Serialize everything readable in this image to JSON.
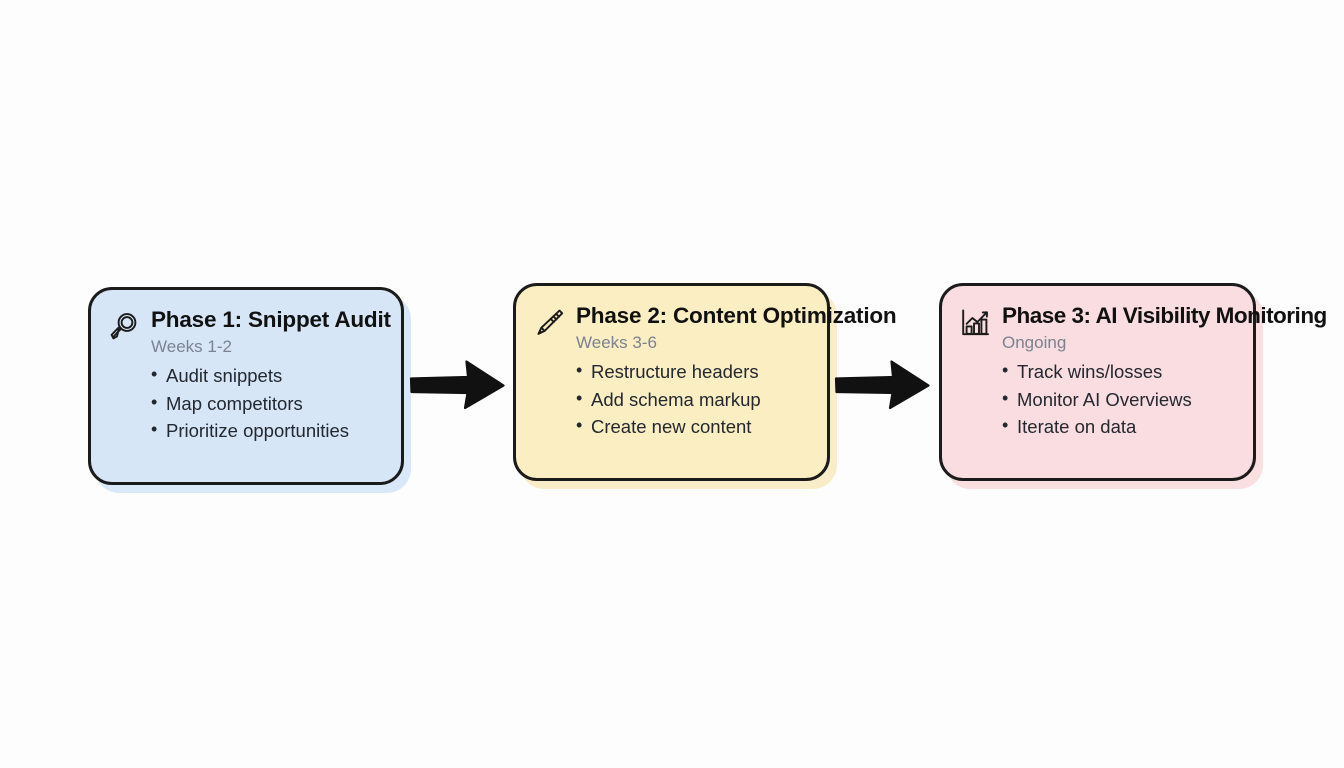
{
  "diagram": {
    "type": "process-flow",
    "orientation": "horizontal",
    "background_color": "#fdfdfd",
    "phases": [
      {
        "id": "phase-1",
        "icon": "magnifying-glass-icon",
        "title": "Phase 1: Snippet Audit",
        "subtitle": "Weeks 1-2",
        "bullets": [
          "Audit snippets",
          "Map competitors",
          "Prioritize opportunities"
        ],
        "fill_color": "#d6e6f7",
        "border_color": "#1b1b1b"
      },
      {
        "id": "phase-2",
        "icon": "pencil-icon",
        "title": "Phase 2: Content Optimization",
        "subtitle": "Weeks 3-6",
        "bullets": [
          "Restructure headers",
          "Add schema markup",
          "Create new content"
        ],
        "fill_color": "#fbeec2",
        "border_color": "#1b1b1b"
      },
      {
        "id": "phase-3",
        "icon": "bar-chart-trend-icon",
        "title": "Phase 3: AI Visibility Monitoring",
        "subtitle": "Ongoing",
        "bullets": [
          "Track wins/losses",
          "Monitor AI Overviews",
          "Iterate on data"
        ],
        "fill_color": "#fadde0",
        "border_color": "#1b1b1b"
      }
    ],
    "connectors": [
      {
        "id": "arrow-1-2",
        "icon": "right-arrow-icon",
        "from": "phase-1",
        "to": "phase-2",
        "color": "#111111"
      },
      {
        "id": "arrow-2-3",
        "icon": "right-arrow-icon",
        "from": "phase-2",
        "to": "phase-3",
        "color": "#111111"
      }
    ]
  }
}
